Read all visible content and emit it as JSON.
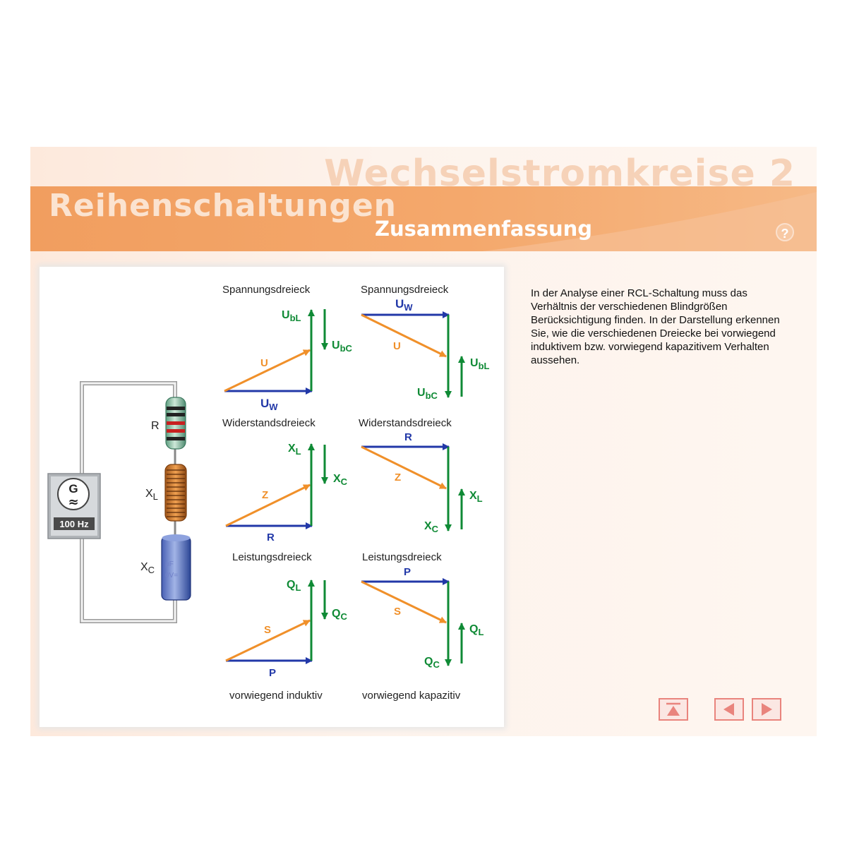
{
  "header": {
    "course_title": "Wechselstromkreise 2",
    "chapter_title": "Reihenschaltungen",
    "subtitle": "Zusammenfassung",
    "help_label": "?"
  },
  "circuit": {
    "generator_symbol": "G",
    "generator_tilde": "≈",
    "frequency": "100 Hz",
    "label_R": "R",
    "label_XL_main": "X",
    "label_XL_sub": "L",
    "label_XC_main": "X",
    "label_XC_sub": "C",
    "capacitor_markings": [
      "μF",
      "0V="
    ]
  },
  "columns": [
    {
      "caption": "vorwiegend induktiv",
      "triangles": [
        {
          "title": "Spannungsdreieck",
          "h_main": "U",
          "h_sub": "W",
          "hyp": "U",
          "up_main": "U",
          "up_sub": "bL",
          "down_main": "U",
          "down_sub": "bC"
        },
        {
          "title": "Widerstandsdreieck",
          "h_main": "R",
          "h_sub": "",
          "hyp": "Z",
          "up_main": "X",
          "up_sub": "L",
          "down_main": "X",
          "down_sub": "C"
        },
        {
          "title": "Leistungsdreieck",
          "h_main": "P",
          "h_sub": "",
          "hyp": "S",
          "up_main": "Q",
          "up_sub": "L",
          "down_main": "Q",
          "down_sub": "C"
        }
      ]
    },
    {
      "caption": "vorwiegend kapazitiv",
      "triangles": [
        {
          "title": "Spannungsdreieck",
          "h_main": "U",
          "h_sub": "W",
          "hyp": "U",
          "up_main": "U",
          "up_sub": "bL",
          "down_main": "U",
          "down_sub": "bC"
        },
        {
          "title": "Widerstandsdreieck",
          "h_main": "R",
          "h_sub": "",
          "hyp": "Z",
          "up_main": "X",
          "up_sub": "L",
          "down_main": "X",
          "down_sub": "C"
        },
        {
          "title": "Leistungsdreieck",
          "h_main": "P",
          "h_sub": "",
          "hyp": "S",
          "up_main": "Q",
          "up_sub": "L",
          "down_main": "Q",
          "down_sub": "C"
        }
      ]
    }
  ],
  "description": "In der Analyse einer RCL-Schaltung muss das Verhältnis der verschiedenen Blindgrößen Berücksichtigung finden. In der Darstellung erkennen Sie, wie die verschiedenen Dreiecke bei vorwiegend induktivem bzw. vorwiegend kapazitivem Verhalten aussehen.",
  "nav": {
    "top_icon": "page-top-icon",
    "prev_icon": "triangle-left-icon",
    "next_icon": "triangle-right-icon"
  },
  "colors": {
    "blue": "#2238a8",
    "green": "#0f8a35",
    "orange": "#f0902a",
    "header_band": "#f19e5f",
    "nav_red": "#e9847d"
  }
}
